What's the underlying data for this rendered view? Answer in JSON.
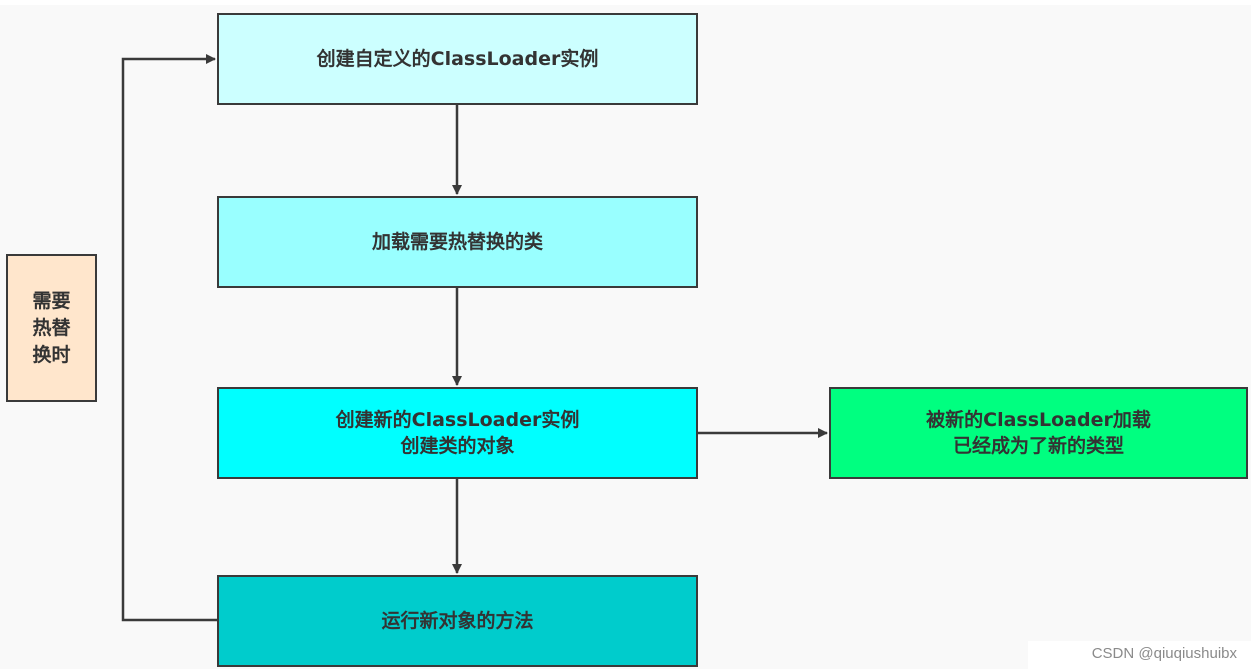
{
  "diagram": {
    "type": "flowchart",
    "nodes": {
      "create_custom_loader": {
        "lines": [
          "创建自定义的ClassLoader实例"
        ],
        "fill": "#ccffff"
      },
      "load_hot_swap_class": {
        "lines": [
          "加载需要热替换的类"
        ],
        "fill": "#99ffff"
      },
      "create_new_loader": {
        "lines": [
          "创建新的ClassLoader实例",
          "创建类的对象"
        ],
        "fill": "#00ffff"
      },
      "loaded_by_new_loader": {
        "lines": [
          "被新的ClassLoader加载",
          "已经成为了新的类型"
        ],
        "fill": "#00ff80"
      },
      "run_new_object_method": {
        "lines": [
          "运行新对象的方法"
        ],
        "fill": "#00cccc"
      },
      "hot_swap_trigger": {
        "lines": [
          "需要",
          "热替",
          "换时"
        ],
        "fill": "#ffe6cc"
      }
    },
    "edges": [
      {
        "from": "create_custom_loader",
        "to": "load_hot_swap_class"
      },
      {
        "from": "load_hot_swap_class",
        "to": "create_new_loader"
      },
      {
        "from": "create_new_loader",
        "to": "loaded_by_new_loader"
      },
      {
        "from": "create_new_loader",
        "to": "run_new_object_method"
      },
      {
        "from": "run_new_object_method",
        "to": "create_custom_loader",
        "note": "loop back"
      }
    ],
    "line_color": "#3a3a3a"
  },
  "watermark": "CSDN @qiuqiushuibx"
}
